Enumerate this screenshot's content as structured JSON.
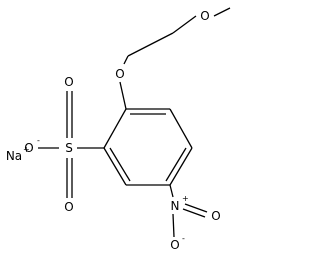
{
  "atoms": {
    "o_methoxy": "O",
    "o_ether": "O",
    "s": "S",
    "o_s_top": "O",
    "o_s_left": "O",
    "o_s_bottom": "O",
    "n": "N",
    "o_n_right": "O",
    "o_n_bottom": "O",
    "na": "Na"
  },
  "charges": {
    "o_s_left": "-",
    "n": "+",
    "o_n_bottom": "-",
    "na": "+"
  }
}
